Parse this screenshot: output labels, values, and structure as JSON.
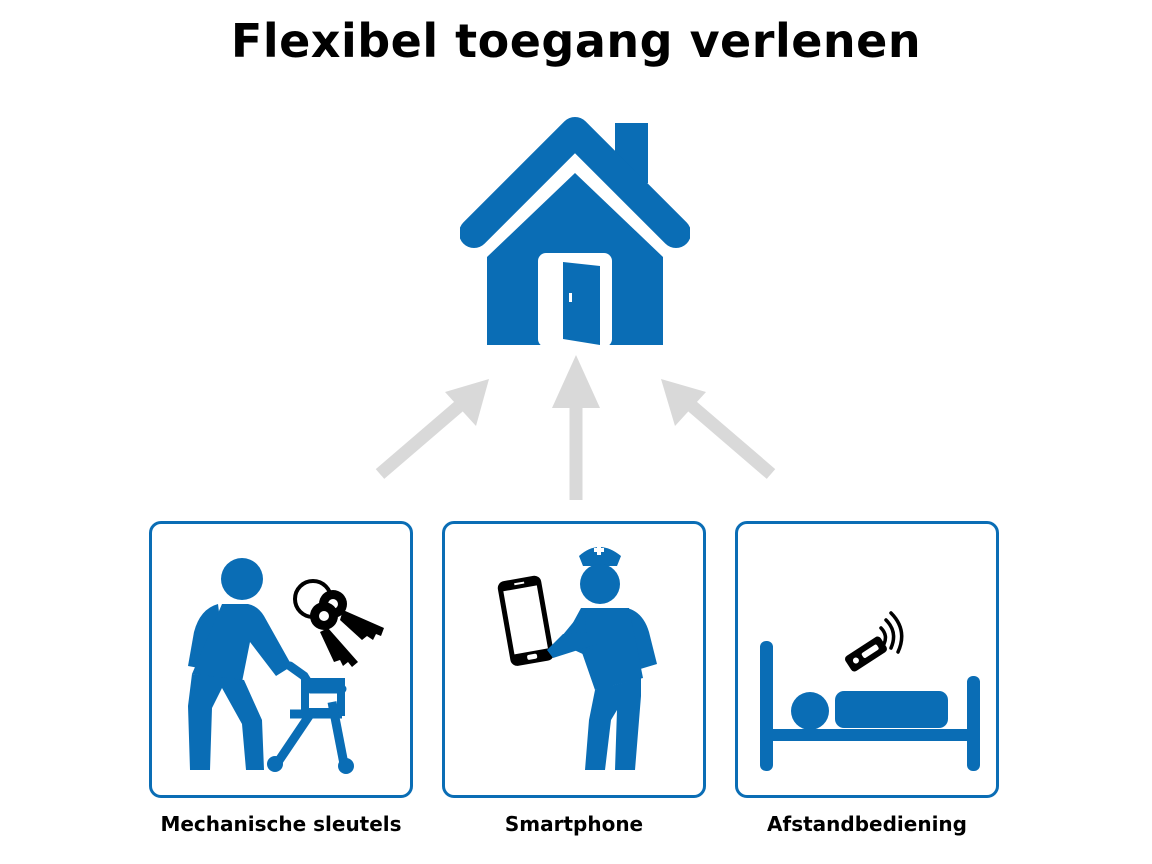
{
  "title": "Flexibel toegang verlenen",
  "colors": {
    "accent": "#0a6db5",
    "arrow": "#d9d9d9",
    "text": "#000000"
  },
  "options": [
    {
      "label": "Mechanische sleutels",
      "icon": "caregiver-walker-keys-icon"
    },
    {
      "label": "Smartphone",
      "icon": "nurse-smartphone-icon"
    },
    {
      "label": "Afstandbediening",
      "icon": "bed-remote-control-icon"
    }
  ]
}
